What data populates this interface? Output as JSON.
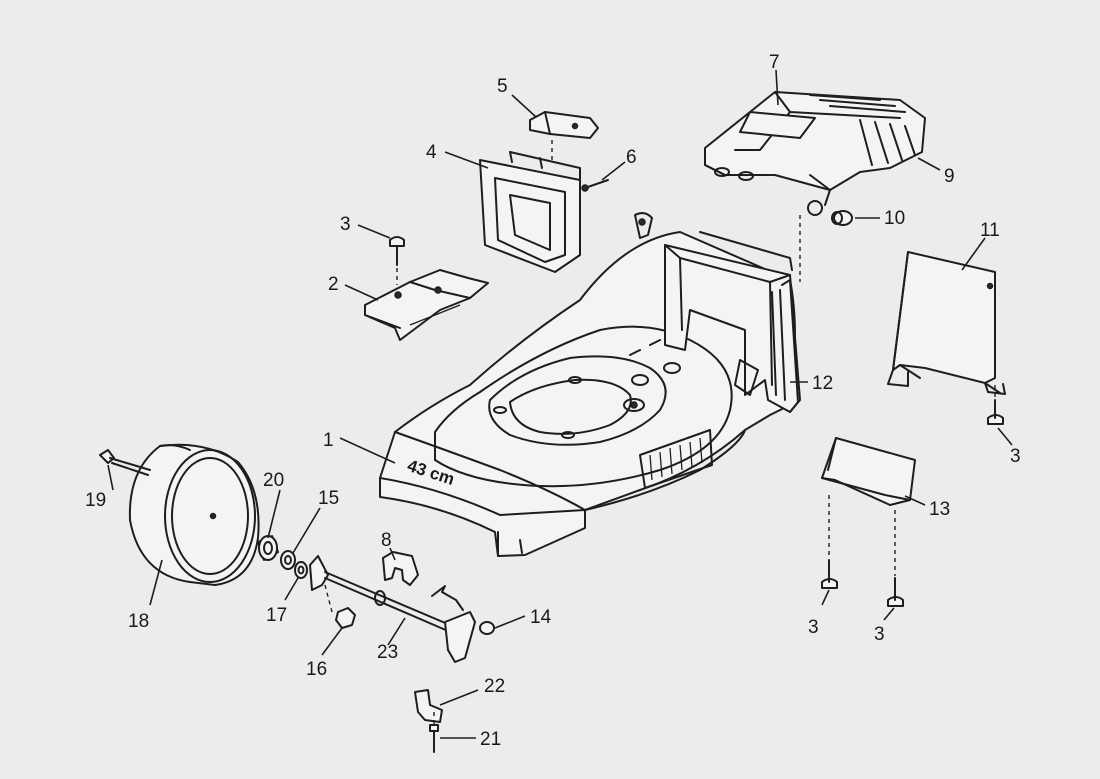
{
  "deck_marking": "43 cm",
  "parts": [
    {
      "id": "p1",
      "number": "1"
    },
    {
      "id": "p2",
      "number": "2"
    },
    {
      "id": "p3a",
      "number": "3"
    },
    {
      "id": "p3b",
      "number": "3"
    },
    {
      "id": "p3c",
      "number": "3"
    },
    {
      "id": "p3d",
      "number": "3"
    },
    {
      "id": "p4",
      "number": "4"
    },
    {
      "id": "p5",
      "number": "5"
    },
    {
      "id": "p6",
      "number": "6"
    },
    {
      "id": "p7",
      "number": "7"
    },
    {
      "id": "p8",
      "number": "8"
    },
    {
      "id": "p9",
      "number": "9"
    },
    {
      "id": "p10",
      "number": "10"
    },
    {
      "id": "p11",
      "number": "11"
    },
    {
      "id": "p12",
      "number": "12"
    },
    {
      "id": "p13",
      "number": "13"
    },
    {
      "id": "p14",
      "number": "14"
    },
    {
      "id": "p15",
      "number": "15"
    },
    {
      "id": "p16",
      "number": "16"
    },
    {
      "id": "p17",
      "number": "17"
    },
    {
      "id": "p18",
      "number": "18"
    },
    {
      "id": "p19",
      "number": "19"
    },
    {
      "id": "p20",
      "number": "20"
    },
    {
      "id": "p21",
      "number": "21"
    },
    {
      "id": "p22",
      "number": "22"
    },
    {
      "id": "p23",
      "number": "23"
    }
  ]
}
